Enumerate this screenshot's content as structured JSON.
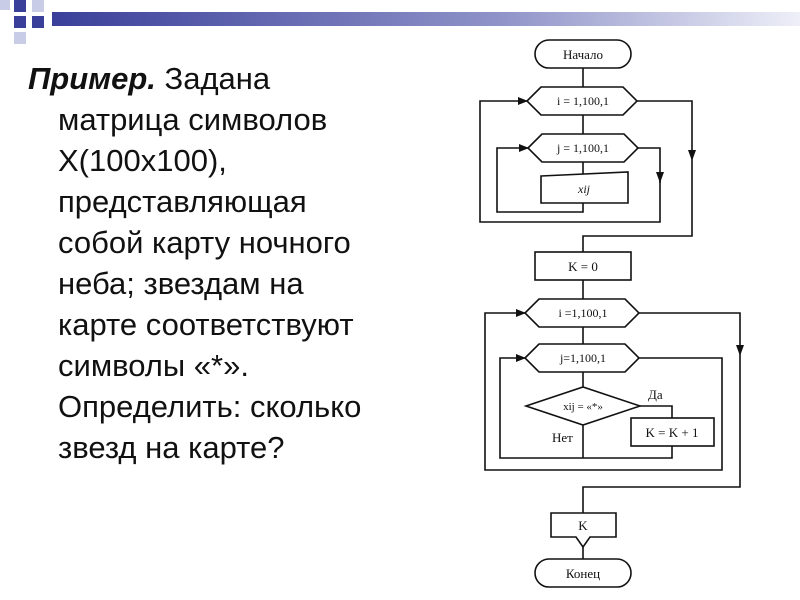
{
  "slide": {
    "lead": "Пример.",
    "lines": [
      " Задана",
      "матрица символов",
      "X(100x100),",
      "представляющая",
      "собой карту ночного",
      "неба; звездам на",
      "карте соответствуют",
      "символы «*».",
      "Определить: сколько",
      "звезд на карте?"
    ]
  },
  "flowchart": {
    "start": "Начало",
    "loop_i1": "i = 1,100,1",
    "loop_j1": "j = 1,100,1",
    "input": "xij",
    "init": "K = 0",
    "loop_i2": "i =1,100,1",
    "loop_j2": "j=1,100,1",
    "condition": "xij = «*»",
    "yes": "Да",
    "no": "Нет",
    "increment": "K = K + 1",
    "output": "K",
    "end": "Конец"
  },
  "colors": {
    "accent": "#3a3f9a",
    "accent_light": "#c9cce6",
    "line": "#111111"
  }
}
